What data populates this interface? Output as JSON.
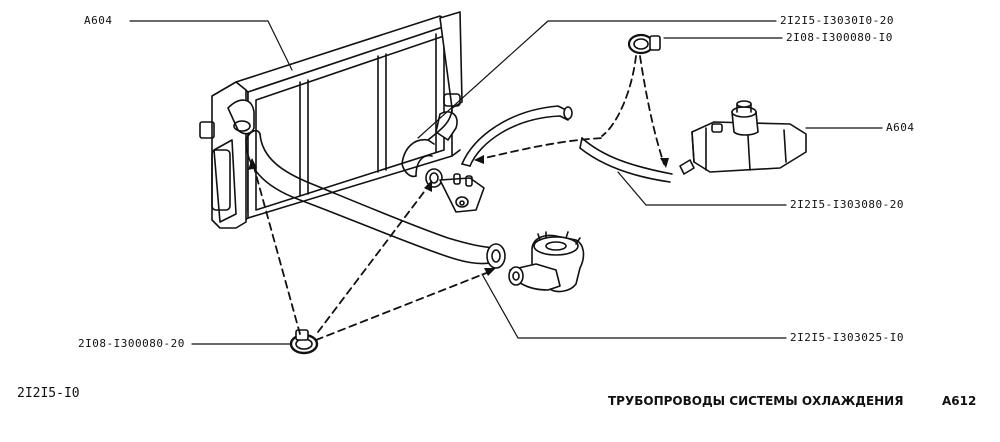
{
  "labels": {
    "radiator_code": "A604",
    "top_hose_right": "2I2I5-I3030I0-20",
    "top_clamp_right": "2I08-I300080-I0",
    "tank_code": "A604",
    "middle_hose_right": "2I2I5-I303080-20",
    "bottom_clamp_left": "2I08-I300080-20",
    "bottom_hose_right": "2I2I5-I303025-I0"
  },
  "footer": {
    "model": "2I2I5-I0",
    "title": "ТРУБОПРОВОДЫ СИСТЕМЫ ОХЛАЖДЕНИЯ",
    "sheet": "A612"
  }
}
